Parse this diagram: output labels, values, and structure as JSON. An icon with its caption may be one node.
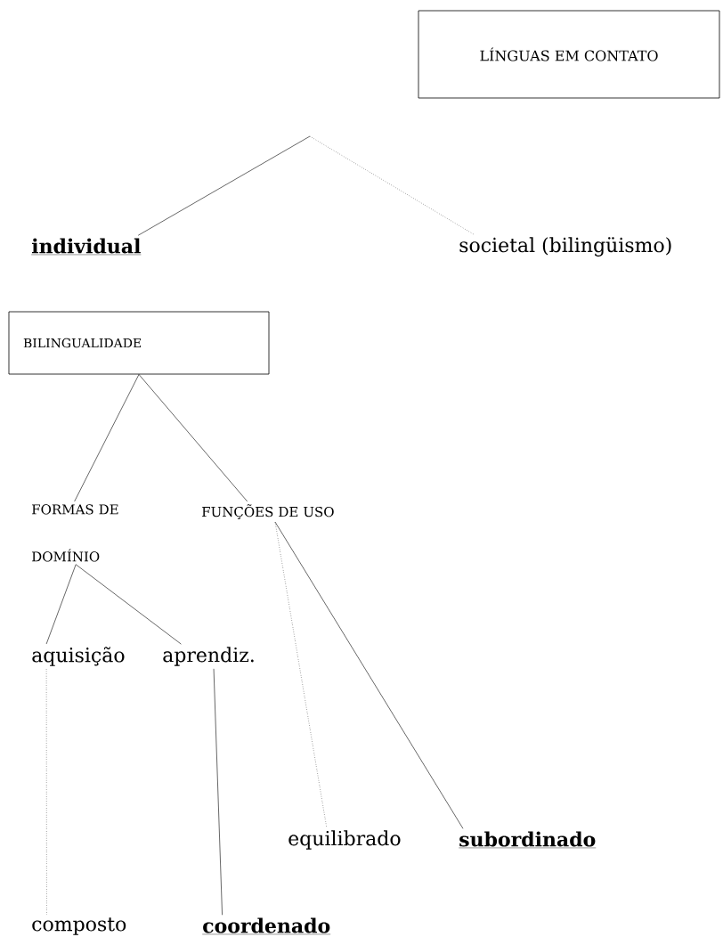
{
  "diagram": {
    "nodes": [
      {
        "text": [
          "LÍNGUAS EM CONTATO"
        ]
      },
      {
        "text": [
          "individual"
        ]
      },
      {
        "text": [
          "societal (bilingüismo)"
        ]
      },
      {
        "text": [
          "BILINGUALIDADE"
        ]
      },
      {
        "text": [
          "FORMAS DE DOMÍNIO"
        ]
      },
      {
        "text": [
          "FUNÇÕES DE USO"
        ]
      },
      {
        "text": [
          "aquisição"
        ]
      },
      {
        "text": [
          "aprendiz."
        ]
      },
      {
        "text": [
          "equilibrado"
        ]
      },
      {
        "text": [
          "subordinado"
        ]
      },
      {
        "text": [
          "composto"
        ]
      },
      {
        "text": [
          "coordenado"
        ]
      }
    ],
    "edges": [
      {
        "from": null,
        "to": 1,
        "arrow": "none"
      },
      {
        "from": null,
        "to": 2,
        "arrow": "none",
        "style": "dashed"
      },
      {
        "from": 3,
        "to": 4,
        "arrow": "none"
      },
      {
        "from": 3,
        "to": 5,
        "arrow": "none"
      },
      {
        "from": 4,
        "to": 6,
        "arrow": "none"
      },
      {
        "from": 4,
        "to": 7,
        "arrow": "none"
      },
      {
        "from": 5,
        "to": 8,
        "arrow": "none",
        "style": "dashed"
      },
      {
        "from": 5,
        "to": 9,
        "arrow": "none"
      },
      {
        "from": 6,
        "to": 10,
        "arrow": "none",
        "style": "dashed"
      },
      {
        "from": 7,
        "to": 11,
        "arrow": "none"
      }
    ]
  }
}
